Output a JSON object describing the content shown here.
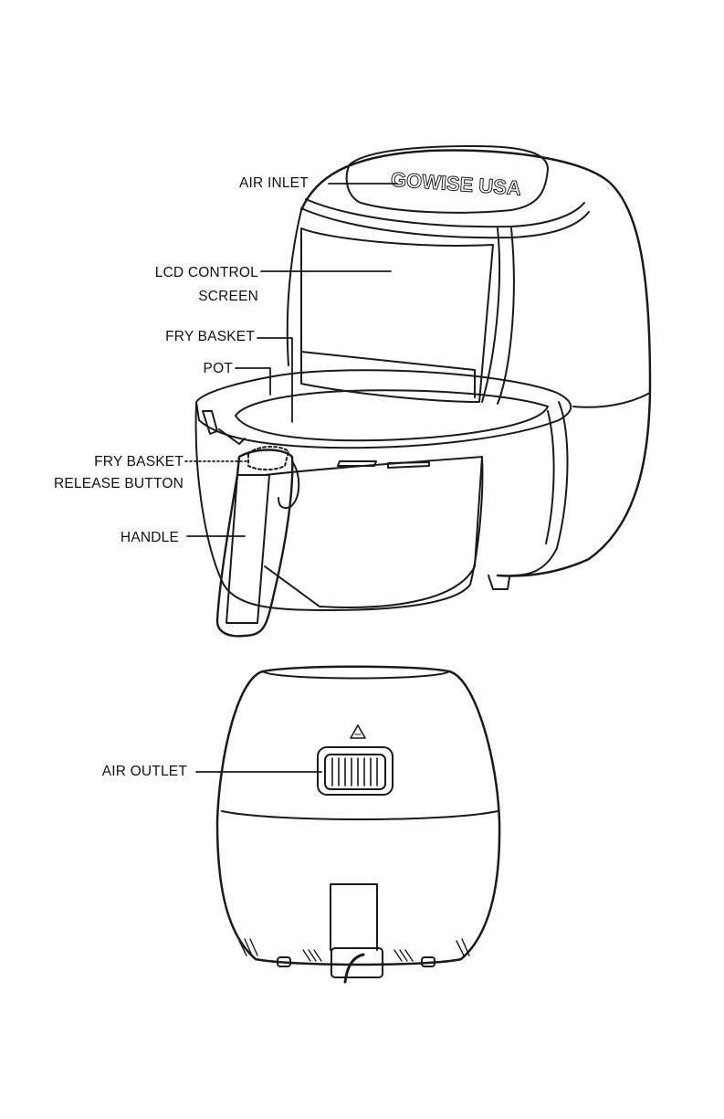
{
  "labels": {
    "air_inlet": "AIR INLET",
    "lcd_control_line1": "LCD CONTROL",
    "lcd_control_line2": "SCREEN",
    "fry_basket": "FRY BASKET",
    "pot": "POT",
    "release_line1": "FRY BASKET",
    "release_line2": "RELEASE BUTTON",
    "handle": "HANDLE",
    "air_outlet": "AIR OUTLET"
  },
  "brand_logo": "GOWISE USA"
}
